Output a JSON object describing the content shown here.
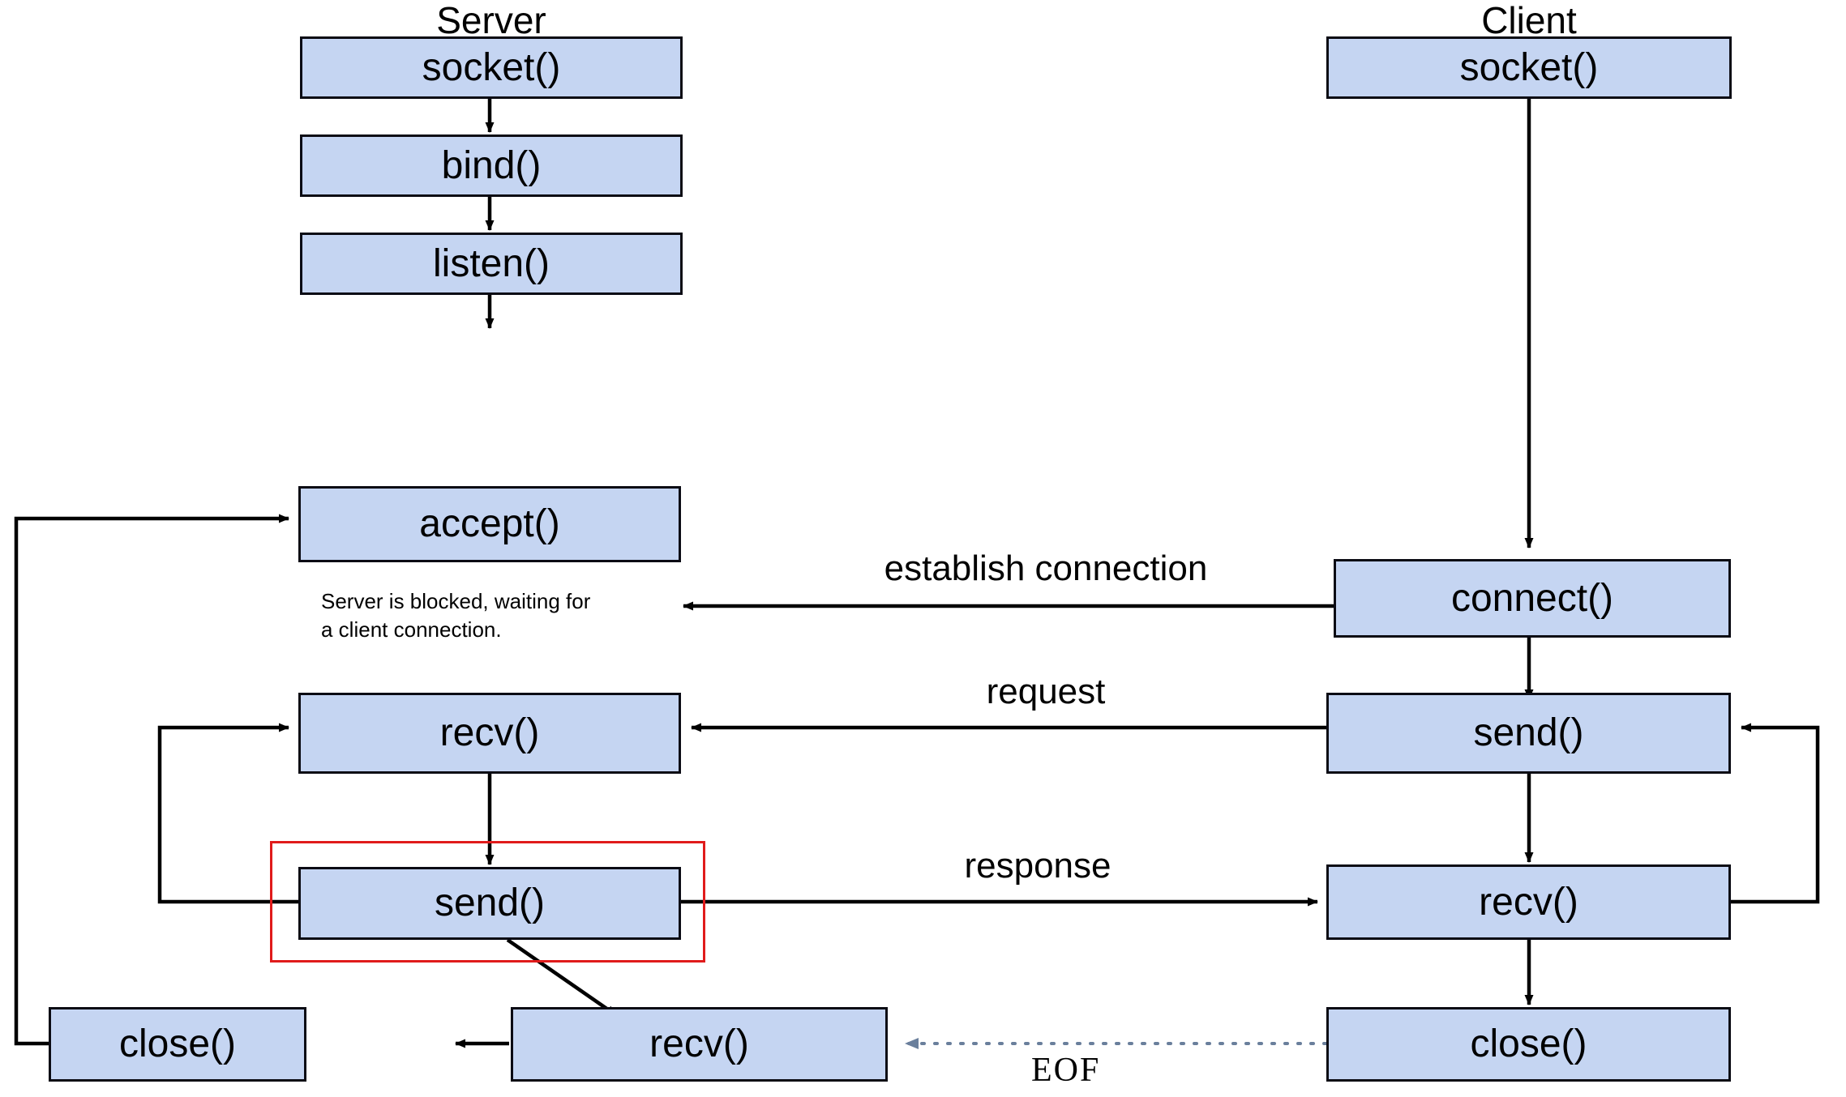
{
  "diagram": {
    "title_server": "Server",
    "title_client": "Client",
    "colors": {
      "node_fill": "#c5d5f2",
      "node_stroke": "#0b0b14",
      "highlight_stroke": "#e01b1b",
      "arrow": "#000000",
      "eof_arrow": "#6a7f9c",
      "background": "#ffffff"
    },
    "server_nodes": [
      {
        "id": "srv-socket",
        "label": "socket()"
      },
      {
        "id": "srv-bind",
        "label": "bind()"
      },
      {
        "id": "srv-listen",
        "label": "listen()"
      },
      {
        "id": "srv-accept",
        "label": "accept()"
      },
      {
        "id": "srv-recv",
        "label": "recv()"
      },
      {
        "id": "srv-send",
        "label": "send()"
      },
      {
        "id": "srv-recv2",
        "label": "recv()"
      },
      {
        "id": "srv-close",
        "label": "close()"
      }
    ],
    "client_nodes": [
      {
        "id": "cli-socket",
        "label": "socket()"
      },
      {
        "id": "cli-connect",
        "label": "connect()"
      },
      {
        "id": "cli-send",
        "label": "send()"
      },
      {
        "id": "cli-recv",
        "label": "recv()"
      },
      {
        "id": "cli-close",
        "label": "close()"
      }
    ],
    "edge_labels": {
      "establish": "establish connection",
      "request": "request",
      "response": "response",
      "eof": "EOF"
    },
    "note": "Server is blocked, waiting for\na client connection."
  }
}
